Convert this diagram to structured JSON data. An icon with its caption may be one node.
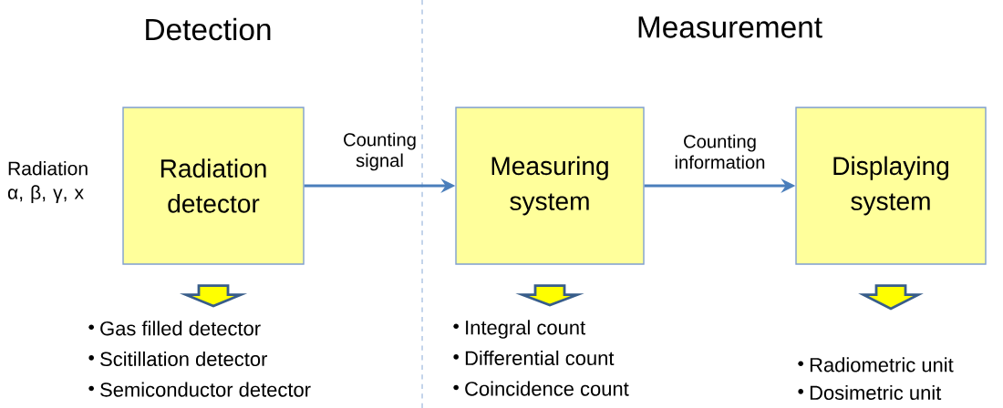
{
  "diagram": {
    "nodes": [
      {
        "text": [
          "Radiation detector"
        ]
      },
      {
        "text": [
          "Measuring system"
        ]
      },
      {
        "text": [
          "Displaying system"
        ]
      },
      {
        "text": [
          "Gas filled detector",
          "Scitillation detector",
          "Semiconductor detector"
        ]
      },
      {
        "text": [
          "Integral count",
          "Differential count",
          "Coincidence count"
        ]
      },
      {
        "text": [
          "Radiometric unit",
          "Dosimetric unit"
        ]
      }
    ],
    "edges": [
      {
        "from": 0,
        "to": 1,
        "arrow": "to",
        "label": "Counting signal",
        "color": "#4a7ebb"
      },
      {
        "from": 1,
        "to": 2,
        "arrow": "to",
        "label": "Counting information",
        "color": "#4a7ebb"
      },
      {
        "from": 0,
        "to": 3,
        "arrow": "to",
        "style": "thick"
      },
      {
        "from": 1,
        "to": 4,
        "arrow": "to",
        "style": "thick"
      },
      {
        "from": 2,
        "to": 5,
        "arrow": "to",
        "style": "thick"
      }
    ],
    "labels": [
      "Detection",
      "Measurement",
      "Radiation α, β, γ, x"
    ]
  }
}
